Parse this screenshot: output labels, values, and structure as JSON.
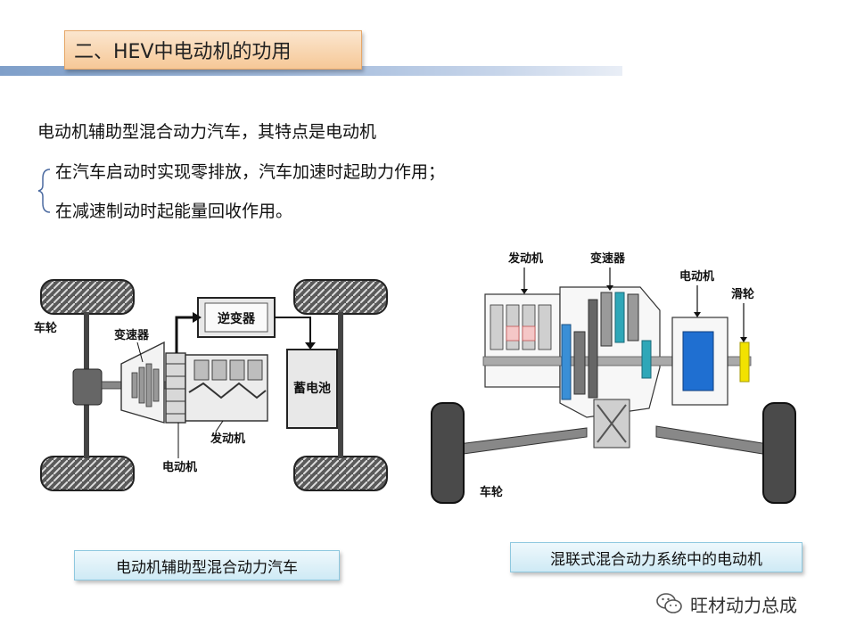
{
  "slide": {
    "title": "二、HEV中电动机的功用",
    "intro": "电动机辅助型混合动力汽车，其特点是电动机",
    "bullets": [
      "在汽车启动时实现零排放，汽车加速时起助力作用；",
      "在减速制动时起能量回收作用。"
    ]
  },
  "diagram_left": {
    "labels": {
      "wheel": "车轮",
      "transmission": "变速器",
      "inverter": "逆变器",
      "battery": "蓄电池",
      "engine": "发动机",
      "motor": "电动机"
    },
    "caption": "电动机辅助型混合动力汽车"
  },
  "diagram_right": {
    "labels": {
      "engine": "发动机",
      "transmission": "变速器",
      "motor": "电动机",
      "pulley": "滑轮",
      "wheel": "车轮"
    },
    "caption": "混联式混合动力系统中的电动机"
  },
  "watermark": {
    "text": "旺材动力总成",
    "icon": "wechat-icon"
  },
  "colors": {
    "title_fill": "#f6c897",
    "header_bar": "#7f9fc9",
    "caption_fill": "#cfeaf5",
    "motor_blue": "#1f6fd1",
    "pulley_yellow": "#f2e200"
  }
}
